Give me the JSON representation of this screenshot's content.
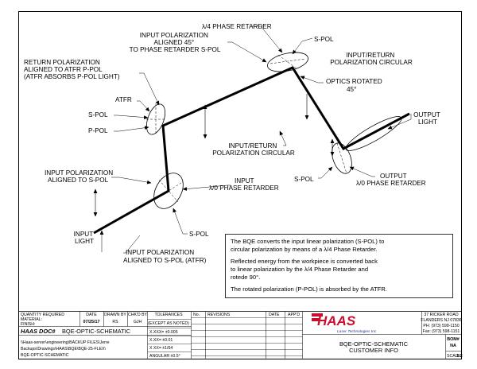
{
  "diagram": {
    "labels": {
      "quarter_wave": "λ/4 PHASE RETARDER",
      "s_pol_top": "S-POL",
      "input_pol_45": [
        "INPUT POLARIZATION",
        "ALIGNED 45°",
        "TO PHASE RETARDER S-POL"
      ],
      "input_return_circ_top": [
        "INPUT/RETURN",
        "POLARIZATION CIRCULAR"
      ],
      "return_pol": [
        "RETURN POLARIZATION",
        "ALIGNED TO ATFR P-POL",
        "(ATFR ABSORBS P-POL LIGHT)"
      ],
      "optics_rotated": [
        "OPTICS ROTATED",
        "45°"
      ],
      "atfr": "ATFR",
      "s_pol_atfr": "S-POL",
      "p_pol": "P-POL",
      "output_light": [
        "OUTPUT",
        "LIGHT"
      ],
      "input_return_circ_mid": [
        "INPUT/RETURN",
        "POLARIZATION CIRCULAR"
      ],
      "input_pol_s": [
        "INPUT POLARIZATION",
        "ALIGNED TO S-POL"
      ],
      "input_half_wave": [
        "INPUT",
        "λ/0 PHASE RETARDER"
      ],
      "s_pol_output": "S-POL",
      "output_half_wave": [
        "OUTPUT",
        "λ/0 PHASE RETARDER"
      ],
      "s_pol_input": "S-POL",
      "input_light": [
        "INPUT",
        "LIGHT"
      ],
      "input_pol_atfr": [
        "INPUT POLARIZATION",
        "ALIGNED TO S-POL (ATFR)"
      ]
    },
    "note": [
      "The BQE converts the input linear polarization (S-POL) to",
      "circular polarization by means of a λ/4 Phase Retarder.",
      "Reflected energy from the workpiece is converted back",
      "to linear polarization by the λ/4 Phase Retarder and",
      "rotede 90°.",
      "The rotated polarization (P-POL) is absorbed by the ATFR."
    ]
  },
  "title_block": {
    "qty_required": "QUANTITY REQUIRED",
    "material": "MATERIAL:",
    "finish": "FINISH:",
    "date_label": "DATE",
    "date_value": "07/25/17",
    "drawn_by_label": "DRAWN BY",
    "drawn_by_value": "RS",
    "checked_by_label": "CHK'D BY",
    "checked_by_value": "GJH",
    "tolerances_title": "TOLERANCES",
    "tolerances_sub": "(EXCEPT AS NOTED)",
    "tol_lines": [
      "X.XXX= ±0.005",
      "X.XX= ±0.01",
      "X XX= ±1/64",
      "ANGULAR ±0.5°"
    ],
    "rev_headers": [
      "No.",
      "REVISIONS",
      "DATE",
      "APP'D"
    ],
    "doc_label": "HAAS DOC#",
    "doc_value": "BQE-OPTIC-SCHEMATIC",
    "path_lines": [
      "\\\\Haas-server\\engineering\\BACKUP FILES\\Jerre",
      "Backups\\Drawings\\HAAS\\BQE\\BQE-25-FLEX\\",
      "BQE-OPTIC-SCHEMATIC"
    ],
    "logo": "HAAS",
    "logo_sub": "Laser Technologies Inc",
    "address": [
      "37 RICKER ROAD",
      "FLANDERS NJ 07836",
      "PH: (973) 598-1150",
      "Fax: (973) 598-1151"
    ],
    "drawing_title": [
      "BQE-OPTIC-SCHEMATIC",
      "CUSTOMER INFO"
    ],
    "bom_label": "BOM#",
    "bom_value": "NA",
    "scale_label": "SCALE:",
    "scale_value": "1:2"
  },
  "colors": {
    "ink": "#000000",
    "logo_red": "#c8102e",
    "logo_blue": "#1f3a93"
  }
}
